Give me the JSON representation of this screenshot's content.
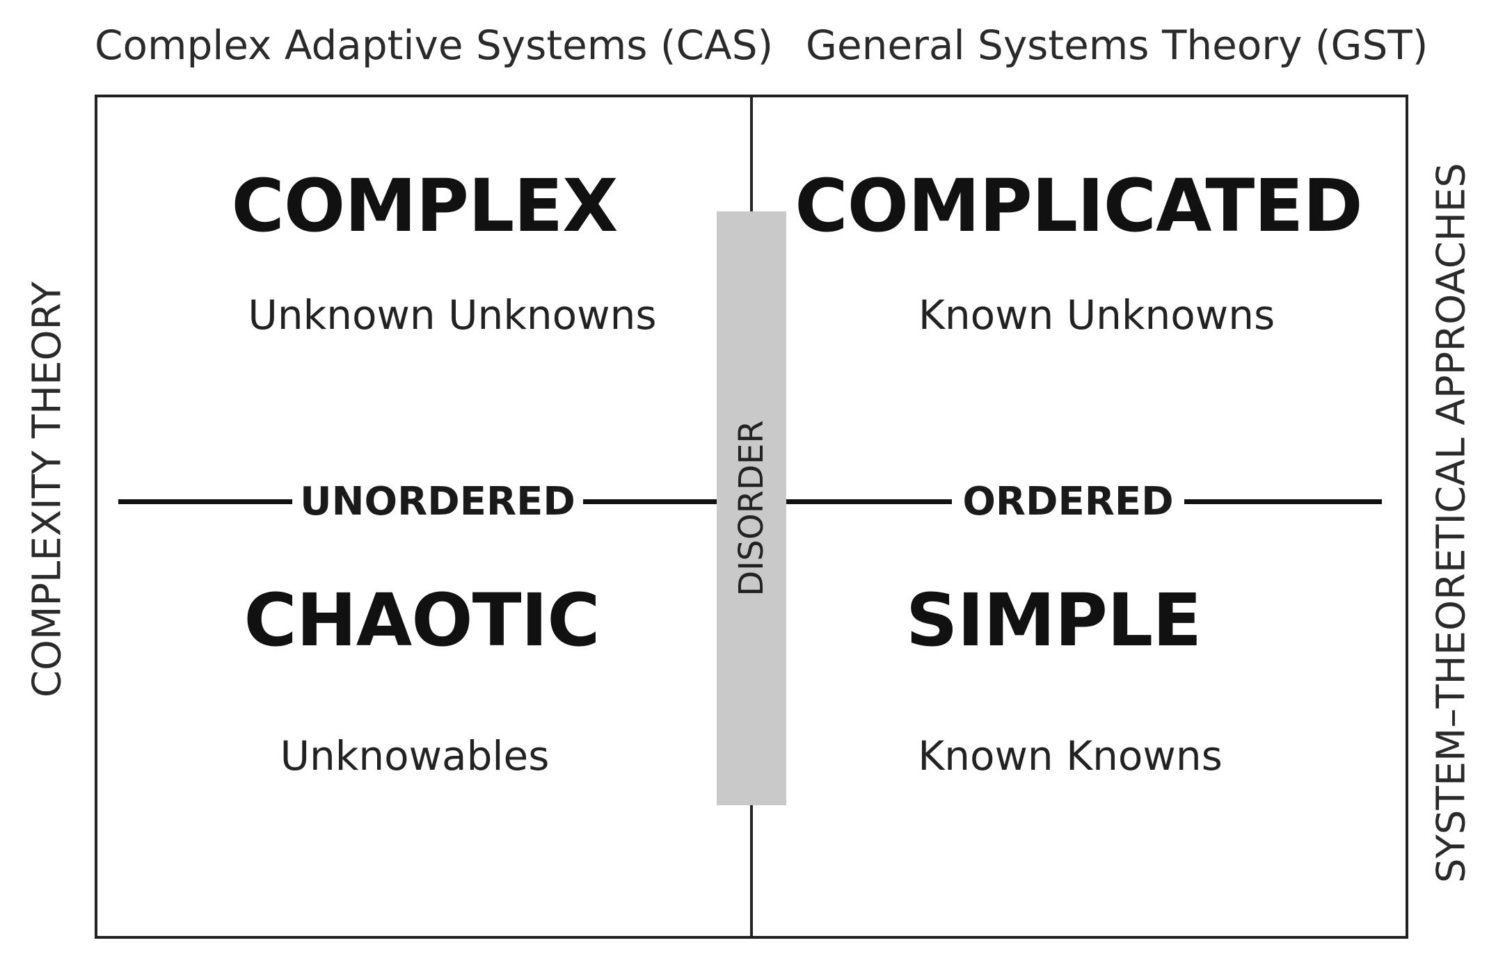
{
  "header": {
    "left_label": "Complex Adaptive Systems (CAS)",
    "right_label": "General Systems Theory (GST)"
  },
  "side": {
    "left_label": "COMPLEXITY THEORY",
    "right_label": "SYSTEM–THEORETICAL APPROACHES"
  },
  "axis": {
    "left_label": "UNORDERED",
    "right_label": "ORDERED",
    "center_label": "DISORDER"
  },
  "quadrants": {
    "top_left": {
      "title": "COMPLEX",
      "subtitle": "Unknown Unknowns"
    },
    "top_right": {
      "title": "COMPLICATED",
      "subtitle": "Known Unknowns"
    },
    "bottom_left": {
      "title": "CHAOTIC",
      "subtitle": "Unknowables"
    },
    "bottom_right": {
      "title": "SIMPLE",
      "subtitle": "Known Knowns"
    }
  },
  "colors": {
    "frame": "#222222",
    "disorder_bar": "#c9c9c9",
    "text": "#111111"
  }
}
